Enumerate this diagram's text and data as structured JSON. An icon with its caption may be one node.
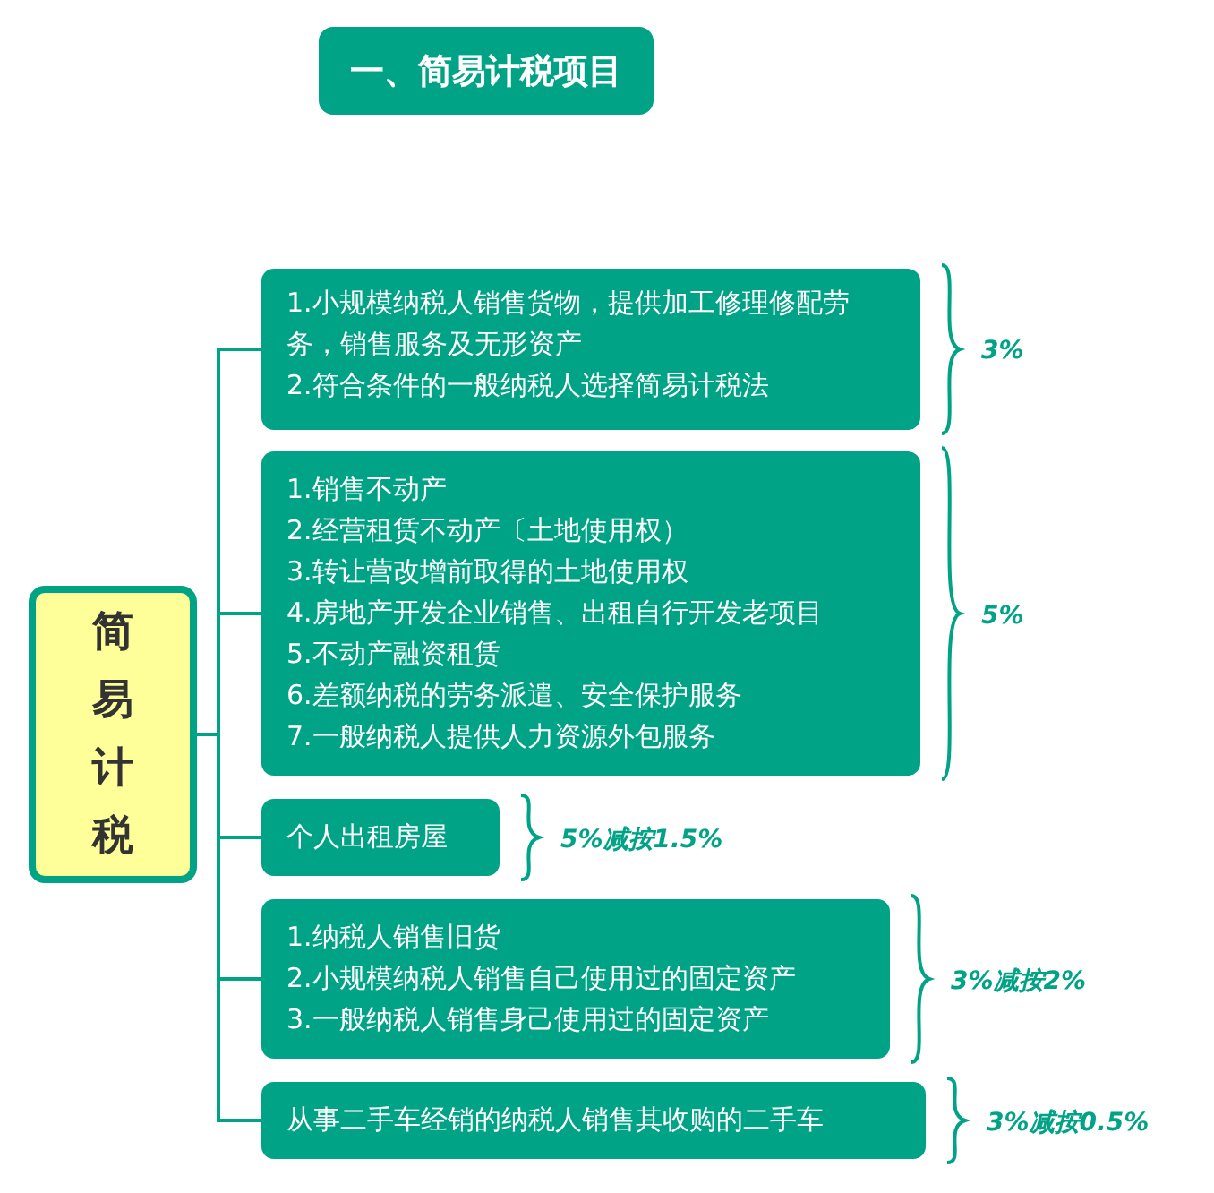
{
  "diagram": {
    "title": "一、简易计税项目",
    "nodes": [
      {
        "text": [
          "简易计税"
        ]
      },
      {
        "text": [
          "1.小规模纳税人销售货物，提供加工修理修配劳务，销售服务及无形资产",
          "2.符合条件的一般纳税人选择简易计税法"
        ],
        "beside": [
          "3%"
        ]
      },
      {
        "text": [
          "1.销售不动产",
          "2.经营租赁不动产〔土地使用权）",
          "3.转让营改增前取得的土地使用权",
          "4.房地产开发企业销售、出租自行开发老项目",
          "5.不动产融资租赁",
          "6.差额纳税的劳务派遣、安全保护服务",
          "7.一般纳税人提供人力资源外包服务"
        ],
        "beside": [
          "5%"
        ]
      },
      {
        "text": [
          "个人出租房屋"
        ],
        "beside": [
          "5%减按1.5%"
        ]
      },
      {
        "text": [
          "1.纳税人销售旧货",
          "2.小规模纳税人销售自己使用过的固定资产",
          "3.一般纳税人销售身己使用过的固定资产"
        ],
        "beside": [
          "3%减按2%"
        ]
      },
      {
        "text": [
          "从事二手车经销的纳税人销售其收购的二手车"
        ],
        "beside": [
          "3%减按0.5%"
        ]
      }
    ],
    "edges": [
      {
        "from": 0,
        "to": 1,
        "arrow": "none"
      },
      {
        "from": 0,
        "to": 2,
        "arrow": "none"
      },
      {
        "from": 0,
        "to": 3,
        "arrow": "none"
      },
      {
        "from": 0,
        "to": 4,
        "arrow": "none"
      },
      {
        "from": 0,
        "to": 5,
        "arrow": "none"
      }
    ]
  }
}
